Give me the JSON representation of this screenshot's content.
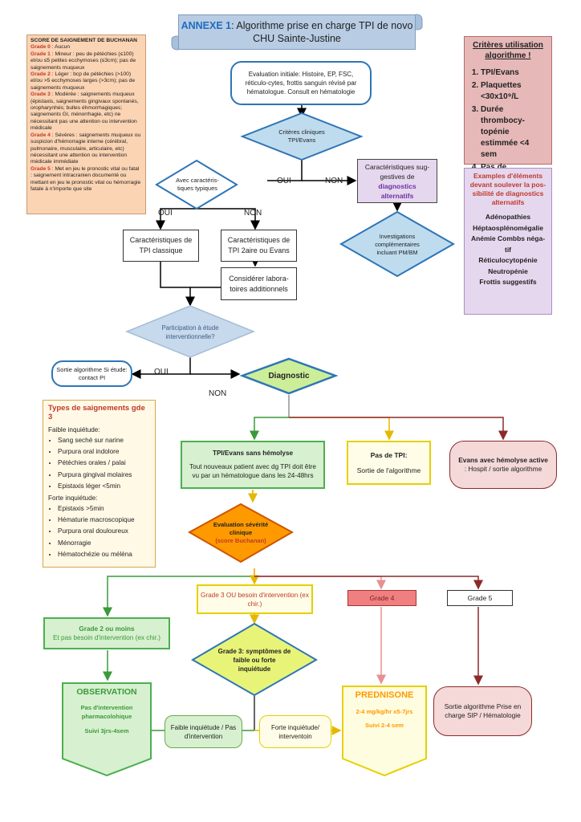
{
  "title": {
    "annex": "ANNEXE 1",
    "line1_rest": ": Algorithme prise en charge TPI de novo",
    "line2": "CHU Sainte-Justine"
  },
  "buchanan": {
    "title": "SCORE DE SAIGNEMENT DE BUCHANAN",
    "grades": [
      {
        "label": "Grade 0",
        "text": " : Aucun"
      },
      {
        "label": "Grade 1",
        "text": " : Mineur : peu de pétéchies (≤100) et/ou ≤5 petites ecchymoses (≤3cm); pas de saignements muqueux"
      },
      {
        "label": "Grade 2",
        "text": " : Léger : bcp de pétéchies (>100) et/ou >5 ecchymoses larges (>3cm); pas de saignements muqueux"
      },
      {
        "label": "Grade 3",
        "text": " : Modérée : saignements muqueux (épistaxis, saignements gingivaux spontanés, oropharynhés; bulles éhmorrhagiques; saignements GI, ménorrhagie, etc) ne nécessitant pas une attention ou intervention médicale"
      },
      {
        "label": "Grade 4",
        "text": " : Sévères : saignements muqueux ou suspicion d'hémorragie interne (cérébral, pulmonaire, musculaire, articulaire, etc) nécessitant une attention ou intervention médicale immédiate"
      },
      {
        "label": "Grade 5",
        "text": " : Met en jeu le pronostic vital ou fatal : saignement intracranien documenté ou mettant en jeu le pronostic vital ou hémorragie fatale à n'importe que site"
      }
    ]
  },
  "criteria": {
    "title": "Critères utilisation algorithme !",
    "items": [
      "TPI/Evans",
      "Plaquettes <30x10⁹/L",
      "Durée thrombocy-topénie estimmée <4 sem",
      "Pas de traitement"
    ]
  },
  "examples": {
    "title": "Examples d'éléments devant soulever la pos-sibilité de diagnostics alternatifs",
    "items": [
      "Adénopathies",
      "Héptaosplénomégalie",
      "Anémie Combbs néga-tif",
      "Réticulocytopénie",
      "Neutropénie",
      "Frottis suggestifs"
    ]
  },
  "nodes": {
    "eval_initiale": "Evaluation initiale: Histoire, EP, FSC, réticulo-cytes, frottis sanguin révisé par hématologue. Consult en hématologie",
    "criteres_cliniques": "Critères cliniques TPI/Evans",
    "caract_typiques": "Avec caractéris-tiques typiques",
    "oui_1": "OUI",
    "non_1": "NON",
    "oui_2": "OUI",
    "non_2": "NON",
    "suggestives_pre": "Caractéristiques sug-gestives de ",
    "suggestives_em": "diagnostics alternatifs",
    "investigations": "Investigations complémentaires incluant PM/BM",
    "tpi_classique": "Caractéristiques de TPI classique",
    "tpi_2aire": "Caractéristiques de TPI 2aire ou Evans",
    "labo": "Considérer labora-toires additionnels",
    "participation": "Participation à étude interventionnelle?",
    "sortie_algo": "Sortie algorithme Si étude: contact PI",
    "oui_3": "OUI",
    "non_3": "NON",
    "diagnostic": "Diagnostic",
    "tpi_sans_hemolyse_title": "TPI/Evans sans hémolyse",
    "tpi_sans_hemolyse_text": "Tout nouveaux patient avec dg TPI doit être vu par un hématologue dans les 24-48hrs",
    "pas_tpi_title": "Pas de TPI:",
    "pas_tpi_text": "Sortie de l'algorithme",
    "evans_title": "Evans avec hémolyse active",
    "evans_text": ": Hospit / sortie algorithme",
    "eval_severite": "Evaluation sévérité clinique",
    "eval_severite_em": "(score Buchanan)",
    "grade2_title": "Grade 2 ou moins",
    "grade2_text": "Et pas besoin d'intervention (ex chir.)",
    "grade3_box": "Grade 3 OU besoin d'intervention (ex chir.)",
    "grade4": "Grade 4",
    "grade5": "Grade 5",
    "grade3_symptomes": "Grade 3: symptômes de faible ou forte inquiétude",
    "observation_title": "OBSERVATION",
    "observation_l1": "Pas d'intervention pharmacolohique",
    "observation_l2": "Suivi 3jrs-4sem",
    "faible": "Faible inquiétude / Pas d'intervention",
    "forte": "Forte inquiétude/ interventoin",
    "prednisone_title": "PREDNISONE",
    "prednisone_l1": "2-4 mg/kg/hr x5-7jrs",
    "prednisone_l2": "Suivi 2-4 sem",
    "sortie_sip": "Sortie algorithme Prise en charge SIP / Hématologie"
  },
  "types": {
    "title": "Types de saignements gde 3",
    "faible_label": "Faible inquiétude:",
    "faible": [
      "Sang seché sur narine",
      "Purpura oral indolore",
      "Pétéchies orales / palai",
      "Purpura gingival molaires",
      "Epistaxis léger <5min"
    ],
    "forte_label": "Forte inquiétude:",
    "forte": [
      "Epistaxis >5min",
      "Hématurie macroscopique",
      "Purpura oral douloureux",
      "Ménorragie",
      "Hématochézie ou méléna"
    ]
  },
  "colors": {
    "blue": "#2e75b6",
    "green": "#4caf50",
    "orange": "#ff9900",
    "dark_red": "#8b2b2b"
  }
}
